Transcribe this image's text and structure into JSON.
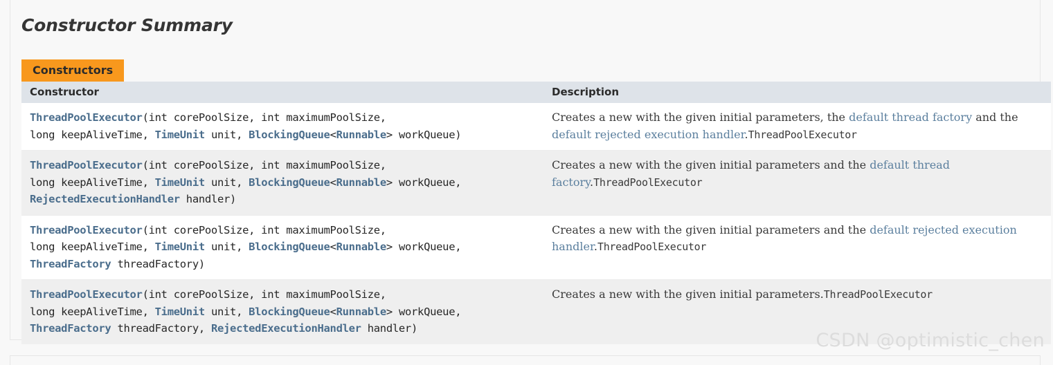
{
  "section": {
    "title": "Constructor Summary",
    "tab_label": "Constructors"
  },
  "table": {
    "headers": {
      "signature": "Constructor",
      "description": "Description"
    },
    "rows": [
      {
        "signature_parts": [
          {
            "text": "ThreadPoolExecutor",
            "type": "link"
          },
          {
            "text": "(int corePoolSize, int maximumPoolSize,\nlong keepAliveTime, ",
            "type": "plain"
          },
          {
            "text": "TimeUnit",
            "type": "link"
          },
          {
            "text": " unit, ",
            "type": "plain"
          },
          {
            "text": "BlockingQueue",
            "type": "link"
          },
          {
            "text": "<",
            "type": "plain"
          },
          {
            "text": "Runnable",
            "type": "link"
          },
          {
            "text": "> workQueue)",
            "type": "plain"
          }
        ],
        "description_parts": [
          {
            "text": "Creates a new with the given initial parameters, the ",
            "type": "plain"
          },
          {
            "text": "default thread factory",
            "type": "link"
          },
          {
            "text": " and the ",
            "type": "plain"
          },
          {
            "text": "default rejected execution handler",
            "type": "link"
          },
          {
            "text": ".",
            "type": "plain"
          },
          {
            "text": "ThreadPoolExecutor",
            "type": "mono"
          }
        ]
      },
      {
        "signature_parts": [
          {
            "text": "ThreadPoolExecutor",
            "type": "link"
          },
          {
            "text": "(int corePoolSize, int maximumPoolSize,\nlong keepAliveTime, ",
            "type": "plain"
          },
          {
            "text": "TimeUnit",
            "type": "link"
          },
          {
            "text": " unit, ",
            "type": "plain"
          },
          {
            "text": "BlockingQueue",
            "type": "link"
          },
          {
            "text": "<",
            "type": "plain"
          },
          {
            "text": "Runnable",
            "type": "link"
          },
          {
            "text": "> workQueue,\n",
            "type": "plain"
          },
          {
            "text": "RejectedExecutionHandler",
            "type": "link"
          },
          {
            "text": " handler)",
            "type": "plain"
          }
        ],
        "description_parts": [
          {
            "text": "Creates a new with the given initial parameters and the ",
            "type": "plain"
          },
          {
            "text": "default thread factory",
            "type": "link"
          },
          {
            "text": ".",
            "type": "plain"
          },
          {
            "text": "ThreadPoolExecutor",
            "type": "mono"
          }
        ]
      },
      {
        "signature_parts": [
          {
            "text": "ThreadPoolExecutor",
            "type": "link"
          },
          {
            "text": "(int corePoolSize, int maximumPoolSize,\nlong keepAliveTime, ",
            "type": "plain"
          },
          {
            "text": "TimeUnit",
            "type": "link"
          },
          {
            "text": " unit, ",
            "type": "plain"
          },
          {
            "text": "BlockingQueue",
            "type": "link"
          },
          {
            "text": "<",
            "type": "plain"
          },
          {
            "text": "Runnable",
            "type": "link"
          },
          {
            "text": "> workQueue,\n",
            "type": "plain"
          },
          {
            "text": "ThreadFactory",
            "type": "link"
          },
          {
            "text": " threadFactory)",
            "type": "plain"
          }
        ],
        "description_parts": [
          {
            "text": "Creates a new with the given initial parameters and the ",
            "type": "plain"
          },
          {
            "text": "default rejected execution handler",
            "type": "link"
          },
          {
            "text": ".",
            "type": "plain"
          },
          {
            "text": "ThreadPoolExecutor",
            "type": "mono"
          }
        ]
      },
      {
        "signature_parts": [
          {
            "text": "ThreadPoolExecutor",
            "type": "link"
          },
          {
            "text": "(int corePoolSize, int maximumPoolSize,\nlong keepAliveTime, ",
            "type": "plain"
          },
          {
            "text": "TimeUnit",
            "type": "link"
          },
          {
            "text": " unit, ",
            "type": "plain"
          },
          {
            "text": "BlockingQueue",
            "type": "link"
          },
          {
            "text": "<",
            "type": "plain"
          },
          {
            "text": "Runnable",
            "type": "link"
          },
          {
            "text": "> workQueue,\n",
            "type": "plain"
          },
          {
            "text": "ThreadFactory",
            "type": "link"
          },
          {
            "text": " threadFactory, ",
            "type": "plain"
          },
          {
            "text": "RejectedExecutionHandler",
            "type": "link"
          },
          {
            "text": " handler)",
            "type": "plain"
          }
        ],
        "description_parts": [
          {
            "text": "Creates a new with the given initial parameters.",
            "type": "plain"
          },
          {
            "text": "ThreadPoolExecutor",
            "type": "mono"
          }
        ]
      }
    ]
  },
  "watermark": {
    "text": "CSDN @optimistic_chen"
  },
  "colors": {
    "tab_background": "#f8981d",
    "header_background": "#dee3e9",
    "row_alt_background": "#efefef",
    "signature_link": "#4a6d8c",
    "description_link": "#5b7f9e",
    "page_background": "#f8f8f8",
    "watermark": "#dcdcdc"
  }
}
